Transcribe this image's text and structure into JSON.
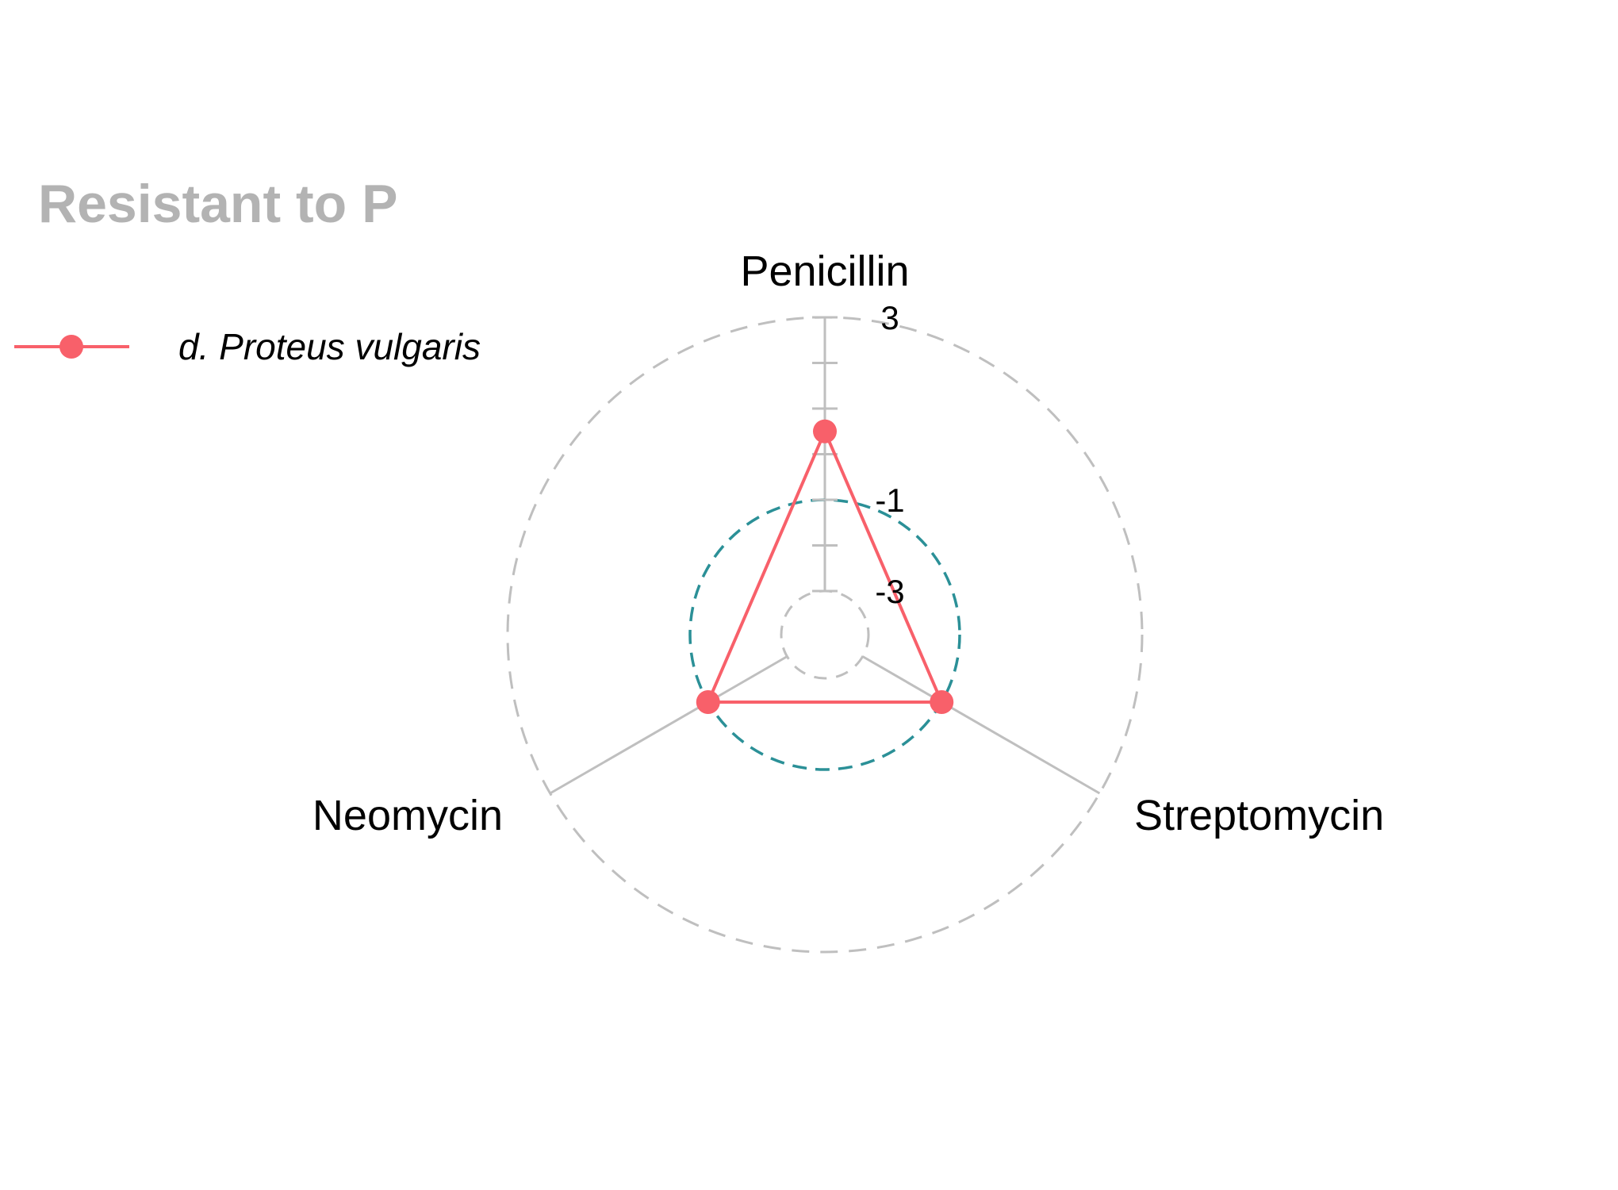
{
  "chart_data": {
    "type": "radar",
    "title": "Resistant to P",
    "axes": [
      "Penicillin",
      "Streptomycin",
      "Neomycin"
    ],
    "radial_ticks": [
      "-3",
      "-1",
      "3"
    ],
    "ylim": [
      -3,
      3
    ],
    "series": [
      {
        "name": "d. Proteus vulgaris",
        "values": [
          0.5,
          -1,
          -1
        ]
      }
    ],
    "reference_circle": -1,
    "colors": {
      "series": "#f8606a",
      "reference": "#2b9097",
      "grid": "#bfbfbf",
      "title": "#b3b3b3"
    },
    "legend_placement": "left"
  }
}
